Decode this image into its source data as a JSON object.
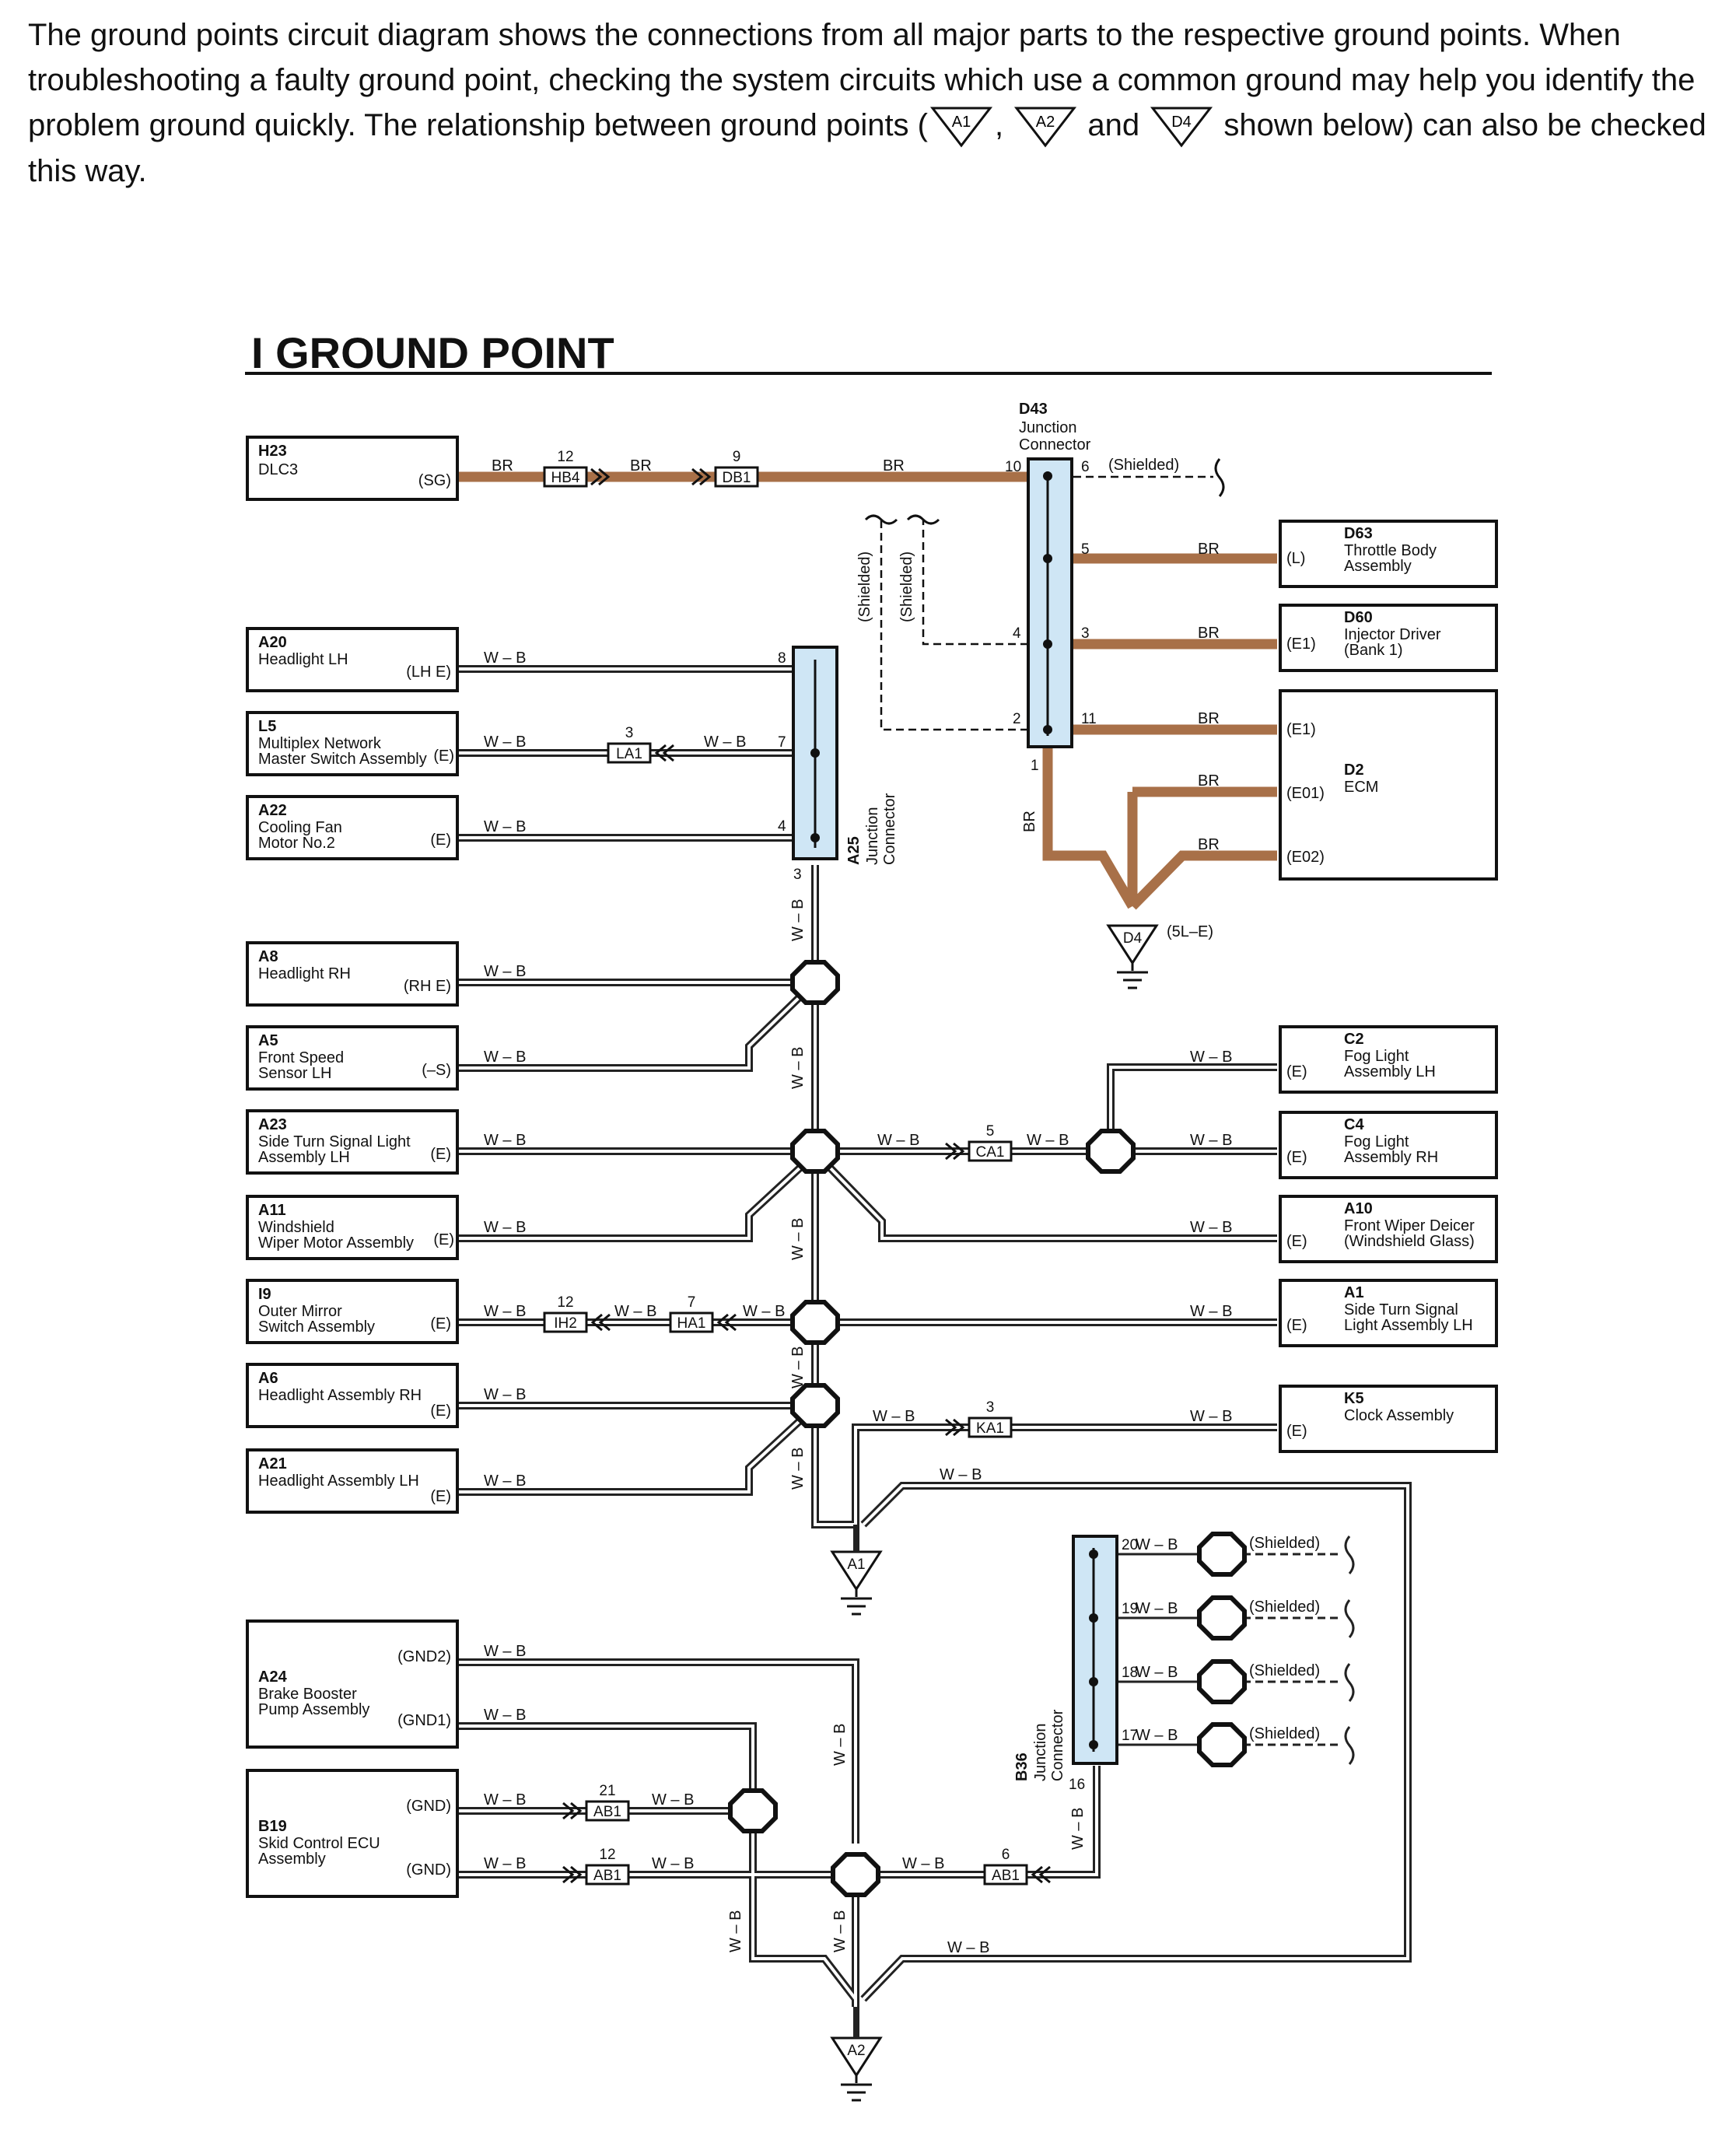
{
  "intro": {
    "part1": "The ground points circuit diagram shows the connections from all major parts to the respective ground points. When troubleshooting a faulty ground point, checking the system circuits which use a common ground may help you identify the problem ground quickly. The relationship between ground points (",
    "sep1": ",",
    "sep2": "and",
    "part2": "shown below) can also be checked this way.",
    "ground_a1": "A1",
    "ground_a2": "A2",
    "ground_d4": "D4"
  },
  "title": "I GROUND POINT",
  "colors": {
    "br_wire": "#a87048",
    "junction_fill": "#cfe6f5",
    "wb_wire": "#222222"
  },
  "wire_labels": {
    "br": "BR",
    "wb": "W – B",
    "shielded": "(Shielded)"
  },
  "components": {
    "H23": {
      "code": "H23",
      "name": [
        "DLC3"
      ],
      "pin": "(SG)"
    },
    "A20": {
      "code": "A20",
      "name": [
        "Headlight LH"
      ],
      "pin": "(LH E)"
    },
    "L5": {
      "code": "L5",
      "name": [
        "Multiplex Network",
        "Master Switch Assembly"
      ],
      "pin": "(E)"
    },
    "A22": {
      "code": "A22",
      "name": [
        "Cooling Fan",
        "Motor No.2"
      ],
      "pin": "(E)"
    },
    "A8": {
      "code": "A8",
      "name": [
        "Headlight RH"
      ],
      "pin": "(RH E)"
    },
    "A5": {
      "code": "A5",
      "name": [
        "Front Speed",
        "Sensor LH"
      ],
      "pin": "(–S)"
    },
    "A23": {
      "code": "A23",
      "name": [
        "Side Turn Signal Light",
        "Assembly LH"
      ],
      "pin": "(E)"
    },
    "A11": {
      "code": "A11",
      "name": [
        "Windshield",
        "Wiper Motor Assembly"
      ],
      "pin": "(E)"
    },
    "I9": {
      "code": "I9",
      "name": [
        "Outer Mirror",
        "Switch Assembly"
      ],
      "pin": "(E)"
    },
    "A6": {
      "code": "A6",
      "name": [
        "Headlight Assembly RH"
      ],
      "pin": "(E)"
    },
    "A21": {
      "code": "A21",
      "name": [
        "Headlight Assembly LH"
      ],
      "pin": "(E)"
    },
    "A24": {
      "code": "A24",
      "name": [
        "Brake Booster",
        "Pump Assembly"
      ],
      "pin1": "(GND2)",
      "pin2": "(GND1)"
    },
    "B19": {
      "code": "B19",
      "name": [
        "Skid Control ECU",
        "Assembly"
      ],
      "pin1": "(GND)",
      "pin2": "(GND)"
    },
    "D63": {
      "code": "D63",
      "name": [
        "Throttle Body",
        "Assembly"
      ],
      "pin": "(L)"
    },
    "D60": {
      "code": "D60",
      "name": [
        "Injector Driver",
        "(Bank 1)"
      ],
      "pin": "(E1)"
    },
    "D2": {
      "code": "D2",
      "name": [
        "ECM"
      ],
      "pin1": "(E1)",
      "pin2": "(E01)",
      "pin3": "(E02)"
    },
    "C2": {
      "code": "C2",
      "name": [
        "Fog Light",
        "Assembly LH"
      ],
      "pin": "(E)"
    },
    "C4": {
      "code": "C4",
      "name": [
        "Fog Light",
        "Assembly RH"
      ],
      "pin": "(E)"
    },
    "A10": {
      "code": "A10",
      "name": [
        "Front Wiper Deicer",
        "(Windshield Glass)"
      ],
      "pin": "(E)"
    },
    "A1c": {
      "code": "A1",
      "name": [
        "Side Turn Signal",
        "Light Assembly LH"
      ],
      "pin": "(E)"
    },
    "K5": {
      "code": "K5",
      "name": [
        "Clock Assembly"
      ],
      "pin": "(E)"
    }
  },
  "junctions": {
    "D43": {
      "code": "D43",
      "name": [
        "Junction",
        "Connector"
      ],
      "pins": [
        "10",
        "6",
        "5",
        "4",
        "3",
        "2",
        "11",
        "1"
      ]
    },
    "A25": {
      "code": "A25",
      "name": [
        "Junction",
        "Connector"
      ],
      "pins": [
        "8",
        "7",
        "4",
        "3"
      ]
    },
    "B36": {
      "code": "B36",
      "name": [
        "Junction",
        "Connector"
      ],
      "pins": [
        "20",
        "19",
        "18",
        "17",
        "16"
      ]
    }
  },
  "connectors": {
    "HB4": {
      "code": "HB4",
      "pin": "12"
    },
    "DB1": {
      "code": "DB1",
      "pin": "9"
    },
    "LA1": {
      "code": "LA1",
      "pin": "3"
    },
    "CA1": {
      "code": "CA1",
      "pin": "5"
    },
    "IH2": {
      "code": "IH2",
      "pin": "12"
    },
    "HA1": {
      "code": "HA1",
      "pin": "7"
    },
    "KA1": {
      "code": "KA1",
      "pin": "3"
    },
    "AB1a": {
      "code": "AB1",
      "pin": "21"
    },
    "AB1b": {
      "code": "AB1",
      "pin": "12"
    },
    "AB1c": {
      "code": "AB1",
      "pin": "6"
    }
  },
  "grounds": {
    "A1": {
      "code": "A1"
    },
    "A2": {
      "code": "A2"
    },
    "D4": {
      "code": "D4",
      "label": "(5L–E)"
    }
  }
}
